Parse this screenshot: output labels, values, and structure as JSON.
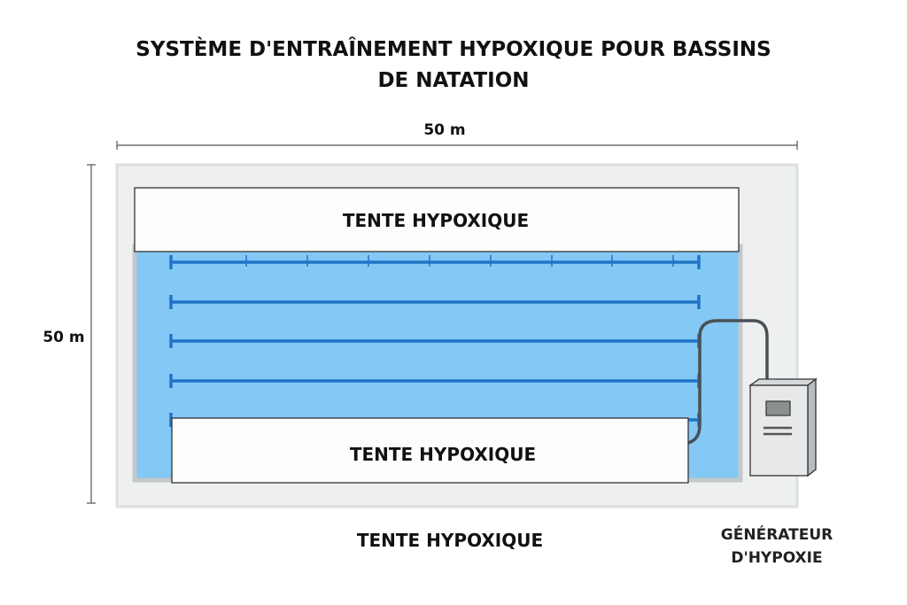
{
  "title": {
    "line1": "SYSTÈME D'ENTRAÎNEMENT HYPOXIQUE POUR BASSINS",
    "line2": "DE NATATION"
  },
  "dimensions": {
    "width": "50 m",
    "height": "50 m"
  },
  "tents": {
    "top": "TENTE HYPOXIQUE",
    "bottom": "TENTE HYPOXIQUE",
    "caption": "TENTE HYPOXIQUE"
  },
  "generator": {
    "line1": "GÉNÉRATEUR",
    "line2": "D'HYPOXIE"
  },
  "colors": {
    "water": "#84c8f5",
    "lane": "#1f74c8",
    "deck": "#eef0f0",
    "hose": "#4a5055",
    "generator": "#e6e8ea"
  }
}
